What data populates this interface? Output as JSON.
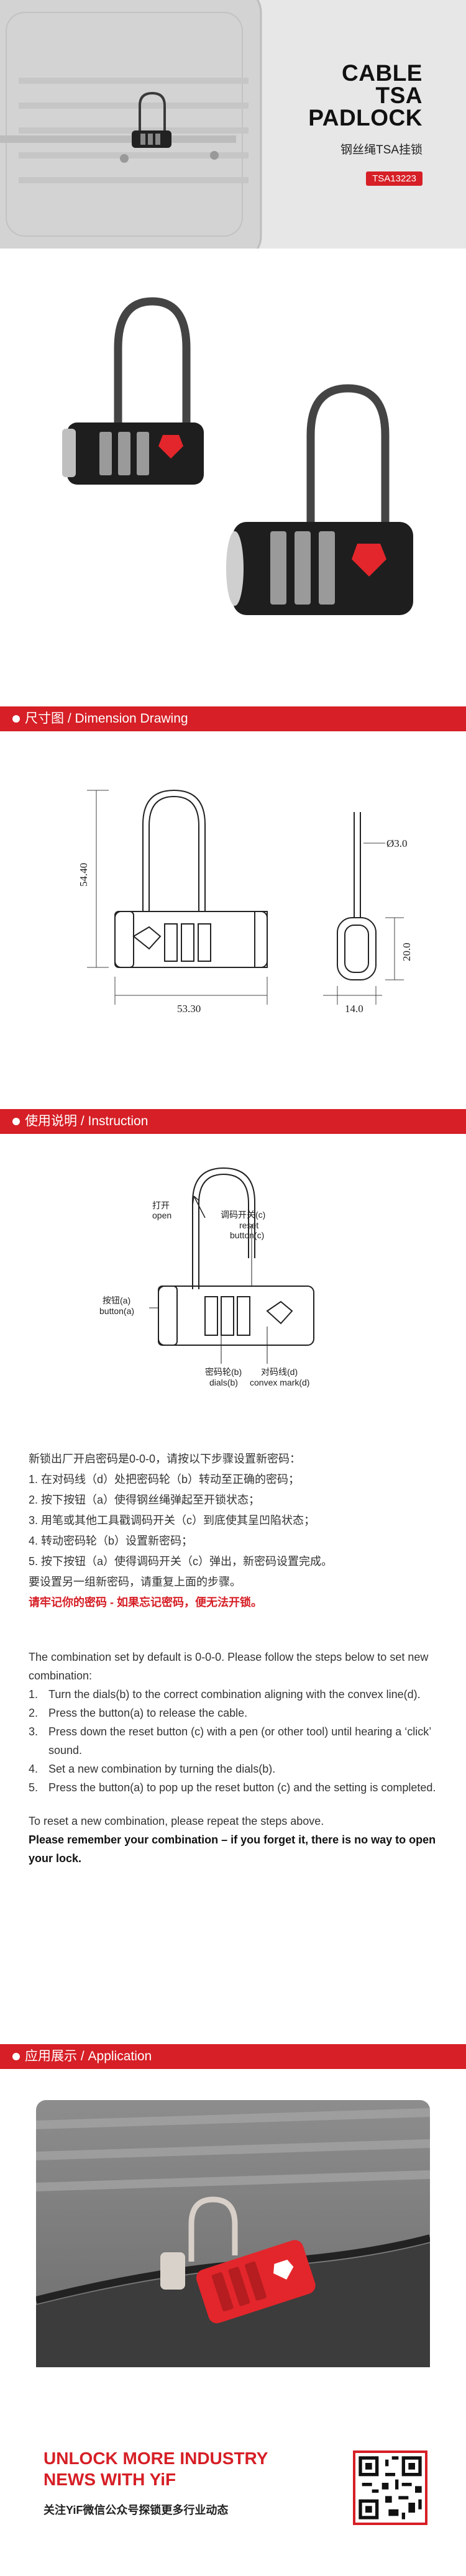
{
  "hero": {
    "title_lines": [
      "CABLE",
      "TSA",
      "PADLOCK"
    ],
    "subtitle": "钢丝绳TSA挂锁",
    "model": "TSA13223"
  },
  "sections": {
    "dimension": "尺寸图 / Dimension Drawing",
    "instruction": "使用说明 / Instruction",
    "application": "应用展示 / Application"
  },
  "dimensions": {
    "height": "54.40",
    "width": "53.30",
    "cable_diameter": "Ø3.0",
    "side_height": "20.0",
    "depth": "14.0"
  },
  "diagram_labels": {
    "reset_button_zh": "调码开关(c)",
    "reset_button_en1": "reset",
    "reset_button_en2": "button(c)",
    "open_zh": "打开",
    "open_en": "open",
    "button_zh": "按钮(a)",
    "button_en": "button(a)",
    "dials_zh": "密码轮(b)",
    "dials_en": "dials(b)",
    "convex_zh": "对码线(d)",
    "convex_en": "convex mark(d)"
  },
  "instructions_zh": {
    "intro": "新锁出厂开启密码是0-0-0，请按以下步骤设置新密码：",
    "steps": [
      "1.   在对码线（d）处把密码轮（b）转动至正确的密码；",
      "2.   按下按钮（a）使得钢丝绳弹起至开锁状态；",
      "3.   用笔或其他工具戳调码开关（c）到底使其呈凹陷状态；",
      "4.   转动密码轮（b）设置新密码；",
      "5.   按下按钮（a）使得调码开关（c）弹出，新密码设置完成。"
    ],
    "repeat": "要设置另一组新密码，请重复上面的步骤。",
    "warning": "请牢记你的密码 - 如果忘记密码，便无法开锁。"
  },
  "instructions_en": {
    "intro": "The combination set by default is 0-0-0. Please follow the steps below to set new combination:",
    "steps": [
      {
        "n": "1.",
        "text": "Turn the dials(b) to the correct combination aligning with the convex line(d)."
      },
      {
        "n": "2.",
        "text": "Press the button(a) to release the cable."
      },
      {
        "n": "3.",
        "text": "Press down the reset button (c) with a pen (or other tool) until hearing a ‘click’ sound."
      },
      {
        "n": "4.",
        "text": "Set a new combination by turning the dials(b)."
      },
      {
        "n": "5.",
        "text": "Press the button(a) to pop up the reset button (c) and the setting is completed."
      }
    ],
    "repeat": "To reset a new combination, please repeat the steps above.",
    "warning": "Please remember your combination – if you forget it, there is no way to open your lock."
  },
  "footer": {
    "title_line1": "UNLOCK MORE INDUSTRY",
    "title_line2": "NEWS WITH YiF",
    "subtitle": "关注YiF微信公众号探锁更多行业动态"
  },
  "colors": {
    "brand_red": "#d61f26",
    "lock_black": "#1e1e1e",
    "lock_red": "#e3262b"
  }
}
